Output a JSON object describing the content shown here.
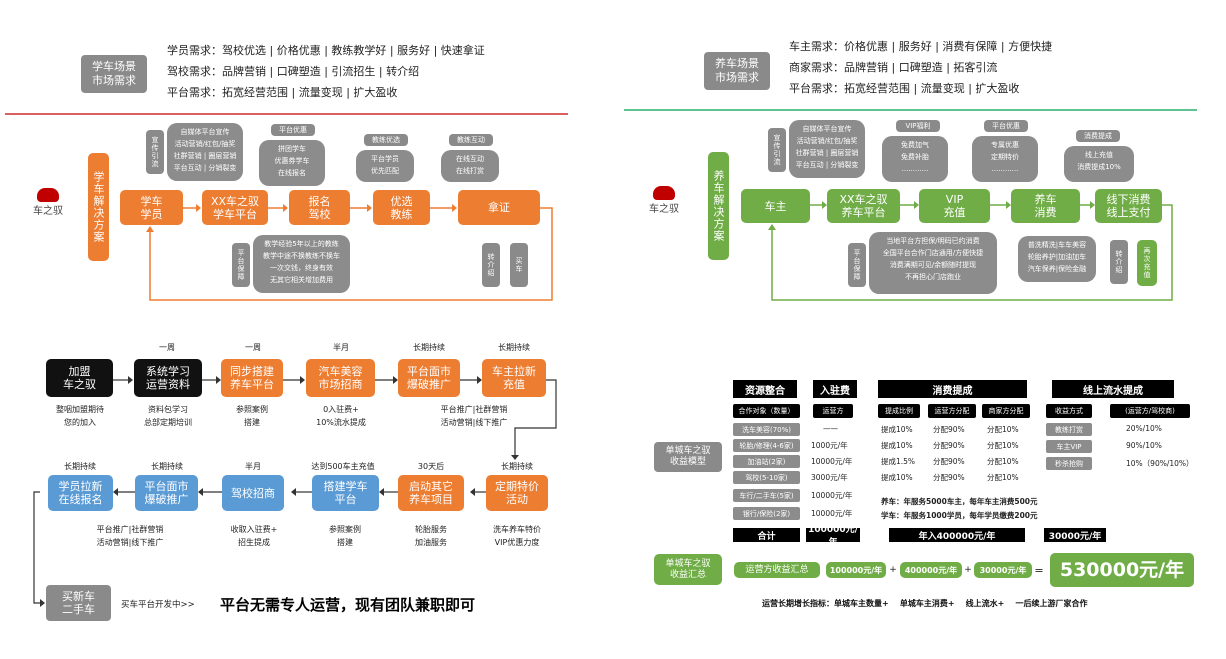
{
  "left_top": {
    "scene": [
      "学车场景",
      "市场需求"
    ],
    "needs": [
      "学员需求：驾校优选 | 价格优惠 | 教练教学好 | 服务好 | 快速拿证",
      "驾校需求：品牌营销 | 口碑塑造 | 引流招生 | 转介绍",
      "平台需求：拓宽经营范围 | 流量变现 | 扩大盈收"
    ],
    "logo": "车之驭",
    "vertical": "学车解决方案",
    "flow": [
      [
        "学车",
        "学员"
      ],
      [
        "XX车之驭",
        "学车平台"
      ],
      [
        "报名",
        "驾校"
      ],
      [
        "优选",
        "教练"
      ],
      "拿证"
    ],
    "tags": [
      "宣传引流",
      "平台优惠",
      "教练优选",
      "教练互动",
      "平台保障",
      "转介绍",
      "买车"
    ],
    "bubbles": [
      [
        "自媒体平台宣传",
        "活动营销/红包/抽奖",
        "社群营销 | 圈层营销",
        "平台互动 | 分销裂变"
      ],
      [
        "拼团学车",
        "优惠券学车",
        "在线报名"
      ],
      [
        "平台学员",
        "优先匹配"
      ],
      [
        "在线互动",
        "在线打赏"
      ],
      [
        "教学经验5年以上的教练",
        "教学中途不换教练不换车",
        "一次交钱，终身有效",
        "无其它相关增加费用"
      ]
    ]
  },
  "right_top": {
    "scene": [
      "养车场景",
      "市场需求"
    ],
    "needs": [
      "车主需求：价格优惠 | 服务好 | 消费有保障 | 方便快捷",
      "商家需求：品牌营销 | 口碑塑造 | 拓客引流",
      "平台需求：拓宽经营范围 | 流量变现 | 扩大盈收"
    ],
    "logo": "车之驭",
    "vertical": "养车解决方案",
    "flow": [
      "车主",
      [
        "XX车之驭",
        "养车平台"
      ],
      [
        "VIP",
        "充值"
      ],
      [
        "养车",
        "消费"
      ],
      [
        "线下消费",
        "线上支付"
      ]
    ],
    "tags": [
      "宣传引流",
      "VIP福利",
      "平台优惠",
      "消费提成",
      "平台保障",
      "转介绍",
      "再次充值"
    ],
    "bubbles": [
      [
        "自媒体平台宣传",
        "活动营销/红包/抽奖",
        "社群营销 | 圈层营销",
        "平台互动 | 分销裂变"
      ],
      [
        "免费加气",
        "免费补胎",
        "............"
      ],
      [
        "专属优惠",
        "定期特价",
        "............"
      ],
      [
        "线上充值",
        "消费提成10%"
      ],
      [
        "当地平台方担保/明码已约消费",
        "全国平台合作门店通用/方便快捷",
        "消费满期可见/余额随时提现",
        "不再担心门店跑业"
      ],
      [
        "普洗精洗|车车美容",
        "轮胎养护|加油加车",
        "汽车保养|保险金融"
      ]
    ]
  },
  "left_bottom": {
    "row1": [
      {
        "t": [
          "加盟",
          "车之驭"
        ],
        "d": [
          "整咽加盟期待",
          "您的加入"
        ]
      },
      {
        "p": "一周",
        "t": [
          "系统学习",
          "运营资料"
        ],
        "d": [
          "资料包学习",
          "总部定期培训"
        ]
      },
      {
        "p": "一周",
        "t": [
          "同步搭建",
          "养车平台"
        ],
        "d": [
          "参照案例",
          "搭建"
        ]
      },
      {
        "p": "半月",
        "t": [
          "汽车美容",
          "市场招商"
        ],
        "d": [
          "0入驻费+",
          "10%流水提成"
        ]
      },
      {
        "p": "长期持续",
        "t": [
          "平台面市",
          "爆破推广"
        ],
        "d": [
          "平台推广|社群营销",
          "活动营销|线下推广"
        ]
      },
      {
        "p": "长期持续",
        "t": [
          "车主拉新",
          "充值"
        ],
        "d": []
      }
    ],
    "row2": [
      {
        "p": "长期持续",
        "t": [
          "学员拉新",
          "在线报名"
        ],
        "d": [
          "平台推广|社群营销",
          "活动营销|线下推广"
        ]
      },
      {
        "p": "长期持续",
        "t": [
          "平台面市",
          "爆破推广"
        ],
        "d": []
      },
      {
        "p": "半月",
        "t": [
          "驾校招商"
        ],
        "d": [
          "收取入驻费+",
          "招生提成"
        ]
      },
      {
        "p": "达到500车主充值",
        "t": [
          "搭建学车",
          "平台"
        ],
        "d": [
          "参照案例",
          "搭建"
        ]
      },
      {
        "p": "30天后",
        "t": [
          "启动其它",
          "养车项目"
        ],
        "d": [
          "轮胎服务",
          "加油服务"
        ]
      },
      {
        "p": "长期持续",
        "t": [
          "定期特价",
          "活动"
        ],
        "d": [
          "洗车养车特价",
          "VIP优惠力度"
        ]
      }
    ],
    "buy": [
      "买新车",
      "二手车"
    ],
    "buy_note": "买车平台开发中>>",
    "slogan": "平台无需专人运营，现有团队兼职即可"
  },
  "right_bottom": {
    "headers": [
      "资源整合",
      "入驻费",
      "消费提成",
      "线上流水提成"
    ],
    "sub": [
      "合作对象（数量）",
      "运营方",
      "提成比例",
      "运营方分配",
      "商家方分配",
      "收益方式",
      "(运营方/驾校商)"
    ],
    "rows": [
      [
        "洗车美容(70%)",
        "——",
        "提成10%",
        "分配90%",
        "分配10%"
      ],
      [
        "轮胎/修理(4-6家)",
        "1000元/年",
        "提成10%",
        "分配90%",
        "分配10%"
      ],
      [
        "加油站(2家)",
        "10000元/年",
        "提成1.5%",
        "分配90%",
        "分配10%"
      ],
      [
        "驾校(5-10家)",
        "3000元/年",
        "提成10%",
        "分配90%",
        "分配10%"
      ],
      [
        "车行/二手车(5家)",
        "10000元/年",
        "",
        "",
        ""
      ],
      [
        "银行/保险(2家)",
        "10000元/年",
        "",
        "",
        ""
      ]
    ],
    "online": [
      [
        "教练打赏",
        "20%/10%"
      ],
      [
        "车主VIP",
        "90%/10%"
      ],
      [
        "秒杀抢购",
        "10%（90%/10%）"
      ]
    ],
    "notes": [
      "养车：年服务5000车主，每年车主消费500元",
      "学车：年服务1000学员，每年学员缴费200元"
    ],
    "model": [
      "单城车之驭",
      "收益模型"
    ],
    "totals": [
      "合计",
      "100000元/年",
      "年入400000元/年",
      "30000元/年"
    ],
    "summary_label": [
      "单城车之驭",
      "收益汇总"
    ],
    "summary_title": "运营方收益汇总",
    "sum_items": [
      "100000元/年",
      "+",
      "400000元/年",
      "+",
      "30000元/年",
      "=",
      "530000元/年"
    ],
    "footer": "运营长期增长指标：单城车主数量+    单城车主消费+    线上流水+    一后续上游厂家合作"
  }
}
